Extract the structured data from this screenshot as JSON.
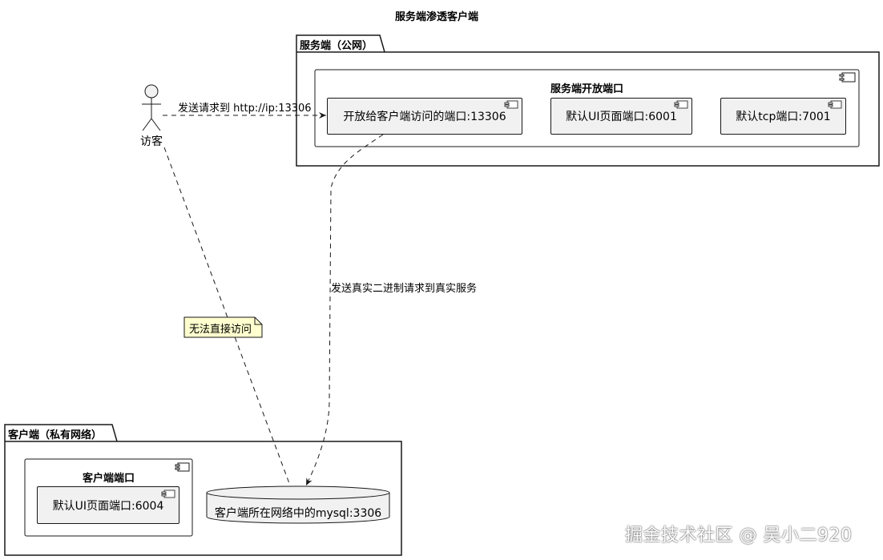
{
  "title": "服务端渗透客户端",
  "server": {
    "package_label": "服务端（公网）",
    "ports_group_title": "服务端开放端口",
    "components": [
      {
        "label": "开放给客户端访问的端口:13306"
      },
      {
        "label": "默认UI页面端口:6001"
      },
      {
        "label": "默认tcp端口:7001"
      }
    ]
  },
  "client": {
    "package_label": "客户端（私有网络）",
    "ports_group_title": "客户端端口",
    "components": [
      {
        "label": "默认UI页面端口:6004"
      }
    ],
    "database_label": "客户端所在网络中的mysql:3306"
  },
  "actor": {
    "label": "访客"
  },
  "edges": {
    "visitor_to_port": "发送请求到 http://ip:13306",
    "port_to_mysql": "发送真实二进制请求到真实服务"
  },
  "note": {
    "text": "无法直接访问"
  },
  "watermark": "掘金技术社区 @ 吴小二920",
  "colors": {
    "component_fill": "#f1f1f1",
    "note_fill": "#fefece",
    "border": "#181818"
  }
}
